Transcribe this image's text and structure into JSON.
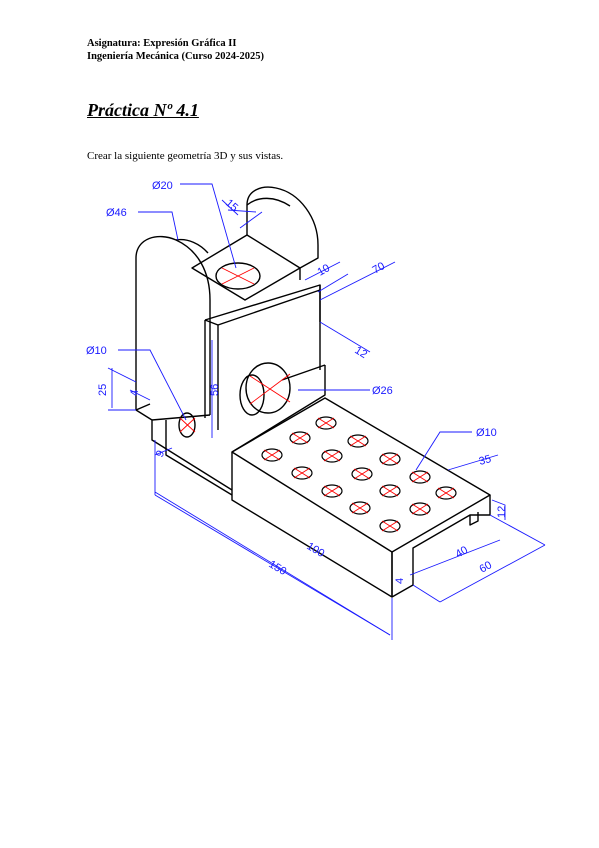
{
  "header": {
    "subject": "Asignatura: Expresión Gráfica II",
    "degree": "Ingeniería Mecánica (Curso 2024-2025)"
  },
  "title": "Práctica Nº 4.1",
  "instruction": "Crear la siguiente geometría 3D y sus vistas.",
  "drawing": {
    "dimensions": {
      "d20": "Ø20",
      "d15": "15",
      "d46": "Ø46",
      "d10a": "10",
      "d70": "70",
      "d12a": "12",
      "d10b": "Ø10",
      "d26": "Ø26",
      "d25": "25",
      "d4a": "4",
      "d56": "56",
      "d9": "9",
      "d10c": "Ø10",
      "d35": "35",
      "d12b": "12",
      "d100": "100",
      "d40": "40",
      "d150": "150",
      "d4b": "4",
      "d60": "60"
    },
    "colors": {
      "outline": "#000000",
      "dimension": "#1a1aff",
      "hole_center": "#ff0000"
    }
  }
}
